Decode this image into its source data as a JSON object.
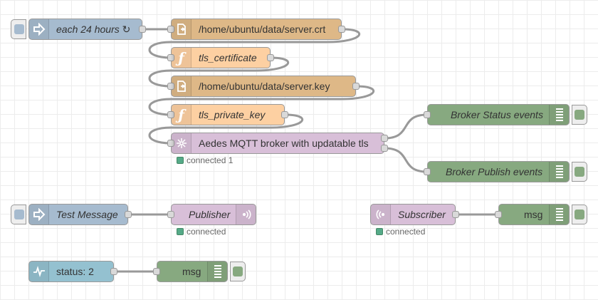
{
  "colors": {
    "inject": "#a6bbcf",
    "file_in": "#deb887",
    "function": "#fdd0a2",
    "mqtt": "#d8bfd8",
    "debug": "#87a980",
    "status_node": "#94c1d0",
    "wire": "#999999",
    "status_dot": "#55aa88"
  },
  "nodes": {
    "inject_timer": {
      "label": "each 24 hours ↻",
      "icon": "inject-arrow-icon"
    },
    "file_crt": {
      "label": "/home/ubuntu/data/server.crt",
      "icon": "file-in-icon"
    },
    "func_cert": {
      "label": "tls_certificate",
      "icon": "function-icon"
    },
    "file_key": {
      "label": "/home/ubuntu/data/server.key",
      "icon": "file-in-icon"
    },
    "func_key": {
      "label": "tls_private_key",
      "icon": "function-icon"
    },
    "broker": {
      "label": "Aedes MQTT broker with updatable tls",
      "icon": "broker-icon",
      "status": "connected 1"
    },
    "debug_status_events": {
      "label": "Broker Status events",
      "icon": "debug-list-icon"
    },
    "debug_publish_events": {
      "label": "Broker Publish events",
      "icon": "debug-list-icon"
    },
    "inject_test": {
      "label": "Test Message",
      "icon": "inject-arrow-icon"
    },
    "publisher": {
      "label": "Publisher",
      "icon": "mqtt-out-icon",
      "status": "connected"
    },
    "subscriber": {
      "label": "Subscriber",
      "icon": "mqtt-in-icon",
      "status": "connected"
    },
    "debug_msg_1": {
      "label": "msg",
      "icon": "debug-list-icon"
    },
    "status_node": {
      "label": "status: 2",
      "icon": "status-pulse-icon"
    },
    "debug_msg_2": {
      "label": "msg",
      "icon": "debug-list-icon"
    }
  }
}
